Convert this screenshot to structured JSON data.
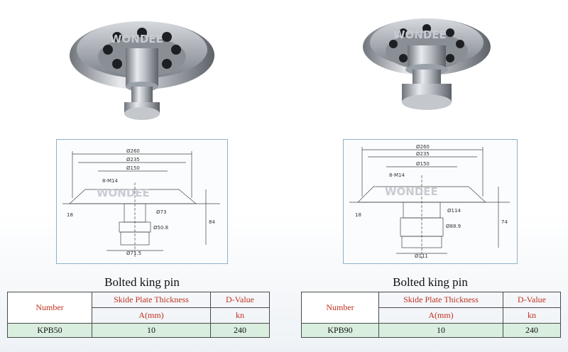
{
  "watermark": "WONDEE",
  "products": [
    {
      "caption": "Bolted king pin",
      "drawing_labels": {
        "d1": "Ø260",
        "d2": "Ø235",
        "d3": "Ø150",
        "bolts": "8-M14",
        "d4": "Ø73",
        "d5": "Ø50.8",
        "d6": "Ø71.5",
        "height": "84",
        "angle": "18"
      },
      "table": {
        "number_header": "Number",
        "col1_header": "Skide Plate Thickness",
        "col1_sub": "A(mm)",
        "col2_header": "D-Value",
        "col2_sub": "kn",
        "model": "KPB50",
        "thickness": "10",
        "dvalue": "240"
      }
    },
    {
      "caption": "Bolted king pin",
      "drawing_labels": {
        "d1": "Ø260",
        "d2": "Ø235",
        "d3": "Ø150",
        "bolts": "8-M14",
        "d4": "Ø114",
        "d5": "Ø88.9",
        "d6": "Ø111",
        "height": "74",
        "angle": "18"
      },
      "table": {
        "number_header": "Number",
        "col1_header": "Skide Plate Thickness",
        "col1_sub": "A(mm)",
        "col2_header": "D-Value",
        "col2_sub": "kn",
        "model": "KPB90",
        "thickness": "10",
        "dvalue": "240"
      }
    }
  ],
  "colors": {
    "header_text": "#c0301e",
    "data_row_bg": "#d9eede",
    "frame": "#8fb0c8"
  }
}
